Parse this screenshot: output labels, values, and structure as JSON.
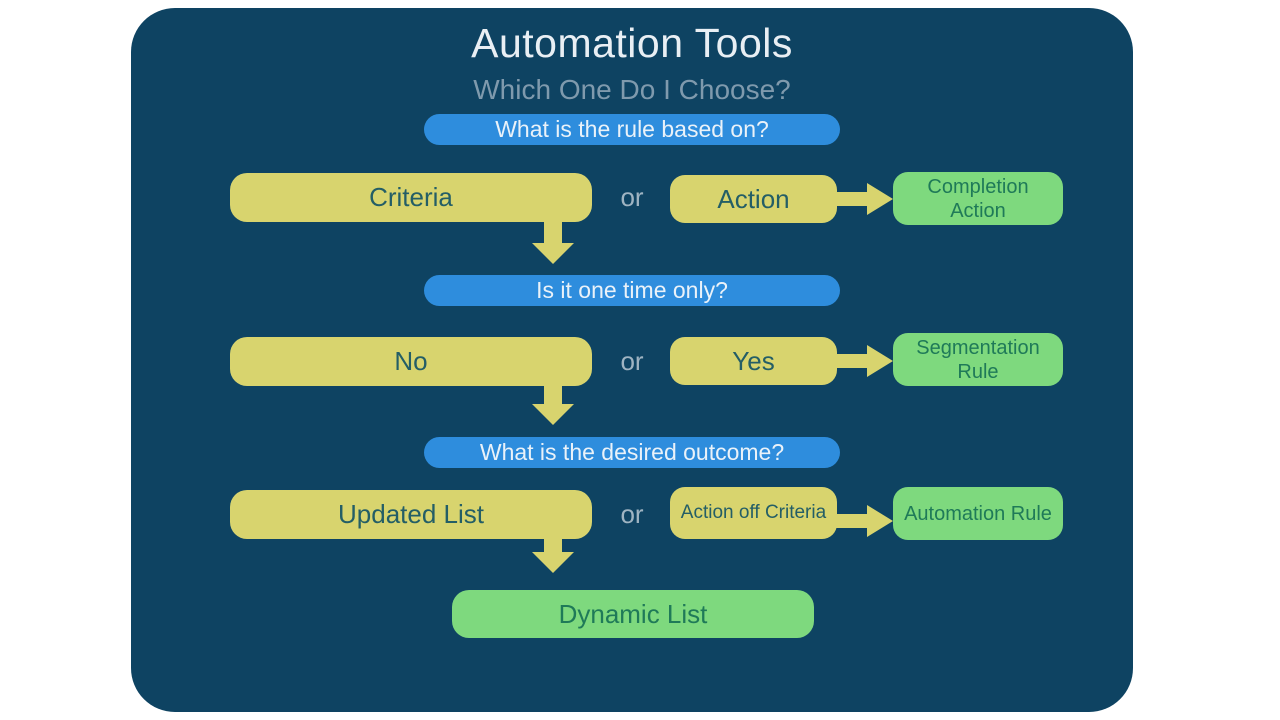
{
  "slide": {
    "title": "Automation Tools",
    "subtitle": "Which One Do I Choose?"
  },
  "flow": {
    "questions": [
      {
        "label": "What is the rule based on?"
      },
      {
        "label": "Is it one time only?"
      },
      {
        "label": "What is the desired outcome?"
      }
    ],
    "rows": [
      {
        "left": "Criteria",
        "connector": "or",
        "right": "Action",
        "result": "Completion Action"
      },
      {
        "left": "No",
        "connector": "or",
        "right": "Yes",
        "result": "Segmentation Rule"
      },
      {
        "left": "Updated List",
        "connector": "or",
        "right": "Action off Criteria",
        "result": "Automation Rule"
      }
    ],
    "final": "Dynamic List"
  },
  "colors": {
    "page_bg": "#ffffff",
    "panel": "#0e4362",
    "question_pill": "#2e8ddd",
    "pill_text": "#eaf2f9",
    "option_box": "#d8d46e",
    "option_text": "#245e66",
    "result_box": "#7ed97e",
    "result_text": "#1f7a58",
    "or_text": "#9fb4c2",
    "title_text": "#e9eff4",
    "subtitle_text": "#7f9aad"
  }
}
